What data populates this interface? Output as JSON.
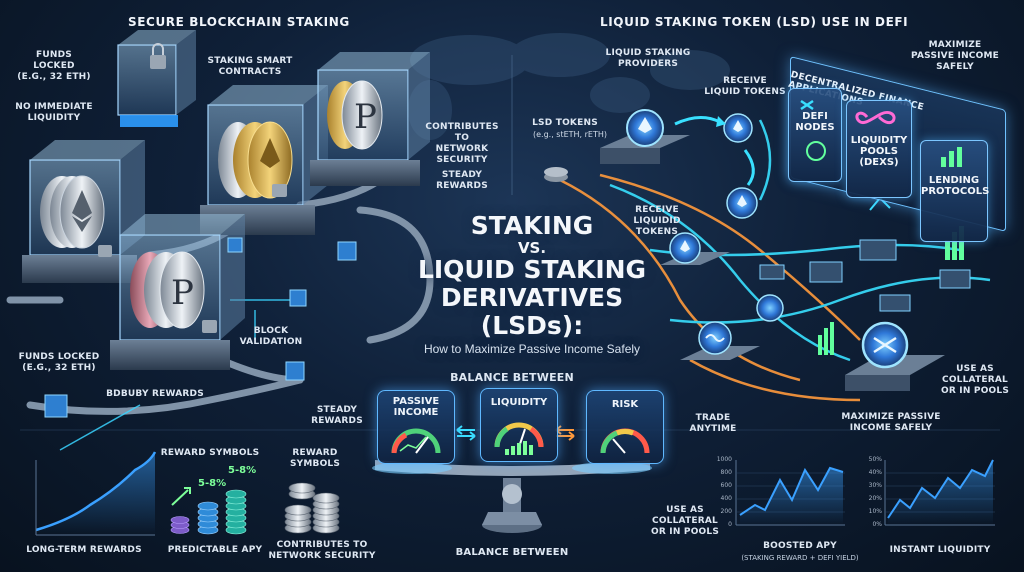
{
  "left_section": {
    "title": "SECURE BLOCKCHAIN STAKING",
    "labels": {
      "funds_locked_top": "FUNDS LOCKED\n(E.G., 32 ETH)",
      "no_liquidity": "NO IMMEDIATE\nLIQUIDITY",
      "smart_contracts": "STAKING SMART\nCONTRACTS",
      "contributes_security": "CONTRIBUTES TO\nNETWORK\nSECURITY",
      "steady_rewards_top": "STEADY\nREWARDS",
      "funds_locked_bottom": "FUNDS LOCKED\n(E.G., 32 ETH)",
      "block_validation": "BLOCK\nVALIDATION",
      "bdbuby_rewards": "BDBUBY REWARDS",
      "steady_rewards_bottom": "STEADY\nREWARDS"
    }
  },
  "right_section": {
    "title": "LIQUID STAKING TOKEN (LSD) USE IN DEFI",
    "labels": {
      "providers": "LIQUID STAKING\nPROVIDERS",
      "receive_top": "RECEIVE\nLIQUID TOKENS",
      "maximize_top": "MAXIMIZE\nPASSIVE INCOME\nSAFELY",
      "lsd_tokens": "LSD TOKENS",
      "lsd_tokens_eg": "(e.g., stETH, rETH)",
      "receive_mid": "RECEIVE\nLIQUIDID\nTOKENS",
      "defi_banner": "DECENTRALIZED FINANCE APPLICATIONS",
      "defi_nodes": "DEFI NODES",
      "liquidity_pools": "LIQUIDITY\nPOOLS (DEXs)",
      "lending": "LENDING\nPROTOCOLS",
      "use_collateral_right": "USE AS\nCOLLATERAL\nOR IN POOLS",
      "trade_anytime": "TRADE\nANYTIME",
      "maximize_bottom": "MAXIMIZE PASSIVE\nINCOME SAFELY"
    }
  },
  "center": {
    "title_line1": "STAKING",
    "vs": "VS.",
    "title_line2": "LIQUID STAKING",
    "title_line3": "DERIVATIVES (LSDs):",
    "subtitle": "How to Maximize Passive Income Safely",
    "balance_top": "BALANCE BETWEEN",
    "balance_bottom": "BALANCE BETWEEN",
    "gauges": [
      {
        "label": "PASSIVE\nINCOME",
        "color": "#4fd27a"
      },
      {
        "label": "LIQUIDITY",
        "color": "#f1c84a"
      },
      {
        "label": "RISK",
        "color": "#ff5a4a"
      }
    ]
  },
  "bottom_left": {
    "long_term": "LONG-TERM REWARDS",
    "reward_symbols_a": "REWARD SYMBOLS",
    "pct_a": "5-8%",
    "pct_b": "5-8%",
    "predictable": "PREDICTABLE APY",
    "reward_symbols_b": "REWARD\nSYMBOLS",
    "contributes": "CONTRIBUTES TO\nNETWORK SECURITY"
  },
  "bottom_right": {
    "use_collateral": "USE AS\nCOLLATERAL\nOR IN POOLS",
    "boosted_apy": "BOOSTED APY",
    "boosted_apy_sub": "(STAKING REWARD + DEFI YIELD)",
    "instant_liquidity": "INSTANT LIQUIDITY",
    "chart1_ticks": [
      "1000",
      "800",
      "600",
      "400",
      "200",
      "0"
    ],
    "chart2_ticks": [
      "50%",
      "40%",
      "30%",
      "20%",
      "10%",
      "0%"
    ]
  },
  "colors": {
    "accent_blue": "#5fb8ff",
    "accent_cyan": "#39e0ff",
    "accent_orange": "#ff9a3c",
    "positive_green": "#7dff9a"
  }
}
